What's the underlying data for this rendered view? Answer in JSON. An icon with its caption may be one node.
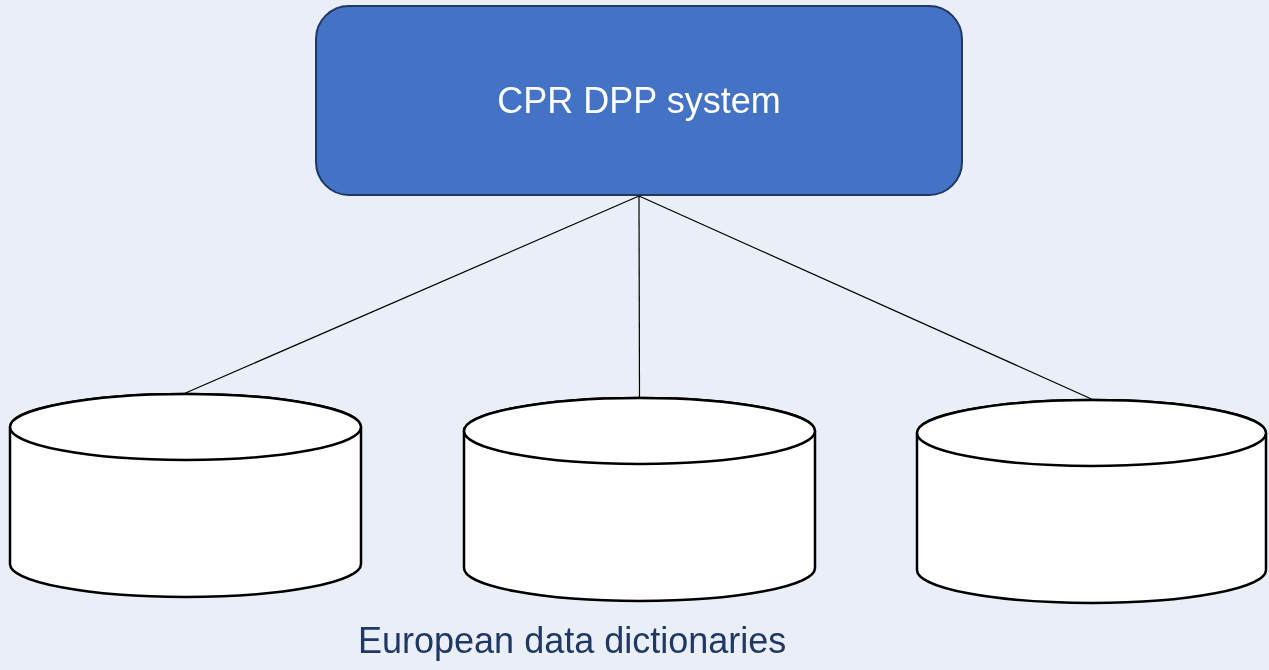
{
  "diagram": {
    "nodes": [
      {
        "text": [
          "CPR DPP system"
        ]
      },
      {
        "text": [],
        "shape": "cylinder"
      },
      {
        "text": [],
        "shape": "cylinder"
      },
      {
        "text": [],
        "shape": "cylinder"
      }
    ],
    "edges": [
      {
        "from": 0,
        "to": 1,
        "arrow": "none"
      },
      {
        "from": 0,
        "to": 2,
        "arrow": "none"
      },
      {
        "from": 0,
        "to": 3,
        "arrow": "none"
      }
    ],
    "labels": [
      "European data dictionaries"
    ]
  }
}
